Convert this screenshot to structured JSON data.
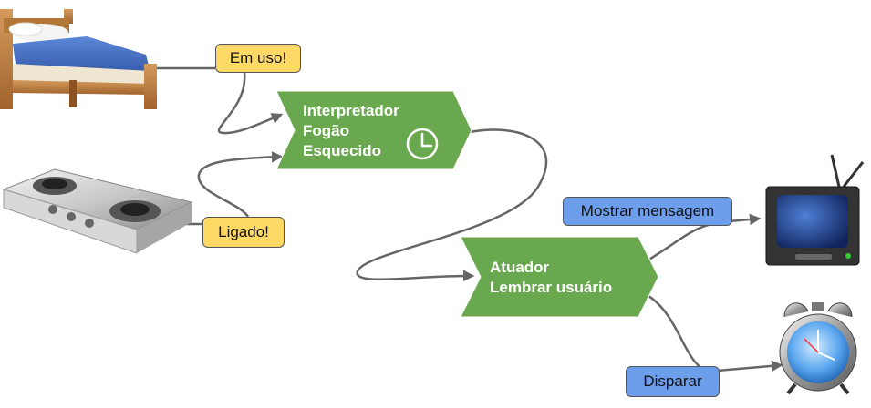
{
  "interpreter": {
    "lines": [
      "Interpretador",
      "Fogão",
      "Esquecido"
    ],
    "icon": "clock-icon",
    "fill": "#6aa84f"
  },
  "actuator": {
    "lines": [
      "Atuador",
      "Lembrar usuário"
    ],
    "fill": "#6aa84f"
  },
  "events": {
    "bed_label": "Em uso!",
    "stove_label": "Ligado!",
    "color": "#ffd966"
  },
  "actions": {
    "tv_label": "Mostrar mensagem",
    "alarm_label": "Disparar",
    "color": "#6d9eeb"
  },
  "devices": [
    "bed-icon",
    "stove-icon",
    "tv-icon",
    "alarm-clock-icon"
  ],
  "connector_color": "#666666"
}
